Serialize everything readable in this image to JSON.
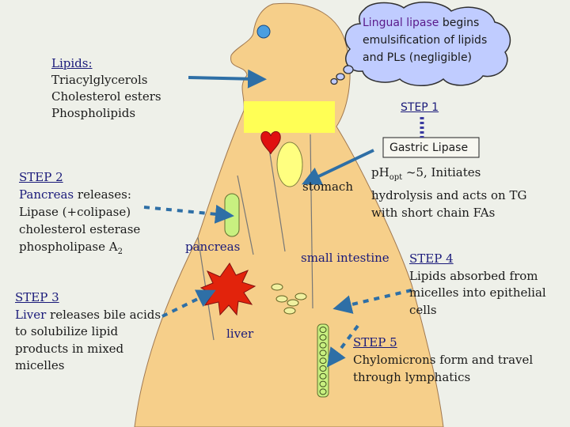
{
  "lipids": {
    "header": "Lipids:",
    "items": [
      "Triacylglycerols",
      "Cholesterol esters",
      "Phospholipids"
    ]
  },
  "lingual": {
    "highlight": "Lingual lipase",
    "rest": " begins",
    "line2": "emulsification of lipids",
    "line3": "and PLs (negligible)"
  },
  "step1": {
    "label": "STEP 1"
  },
  "gastric": {
    "box_label": "Gastric Lipase",
    "ph_prefix": "pH",
    "ph_sub": "opt",
    "ph_rest": " ~5, Initiates",
    "line2": "hydrolysis and acts on TG",
    "line3": "with short chain FAs"
  },
  "organs": {
    "stomach": "stomach",
    "pancreas": "pancreas",
    "small_intestine": "small intestine",
    "liver": "liver"
  },
  "step2": {
    "label": "STEP 2",
    "pancreas_word": "Pancreas",
    "releases": " releases:",
    "line2": "Lipase (+colipase)",
    "line3": "cholesterol esterase",
    "line4_prefix": "phospholipase A",
    "line4_sub": "2"
  },
  "step3": {
    "label": "STEP 3",
    "liver_word": "Liver",
    "rest": " releases bile acids",
    "line2": "to solubilize lipid",
    "line3": "products in mixed",
    "line4": "micelles"
  },
  "step4": {
    "label": "STEP 4",
    "line1": "Lipids absorbed from",
    "line2": "micelles into epithelial",
    "line3": "cells"
  },
  "step5": {
    "label": "STEP 5",
    "line1": "Chylomicrons form and travel",
    "line2": "through lymphatics"
  },
  "colors": {
    "body": "#f6cf8a",
    "throat": "#ffff55",
    "cloud": "#c0ccff",
    "arrow": "#2e6fa6",
    "step_link": "#3a3aa0",
    "liver": "#e2230c",
    "heart": "#e01010",
    "stomach": "#ffff80",
    "pancreas": "#c8f080",
    "micelle": "#f0f0a0",
    "villi": "#c8f080"
  }
}
